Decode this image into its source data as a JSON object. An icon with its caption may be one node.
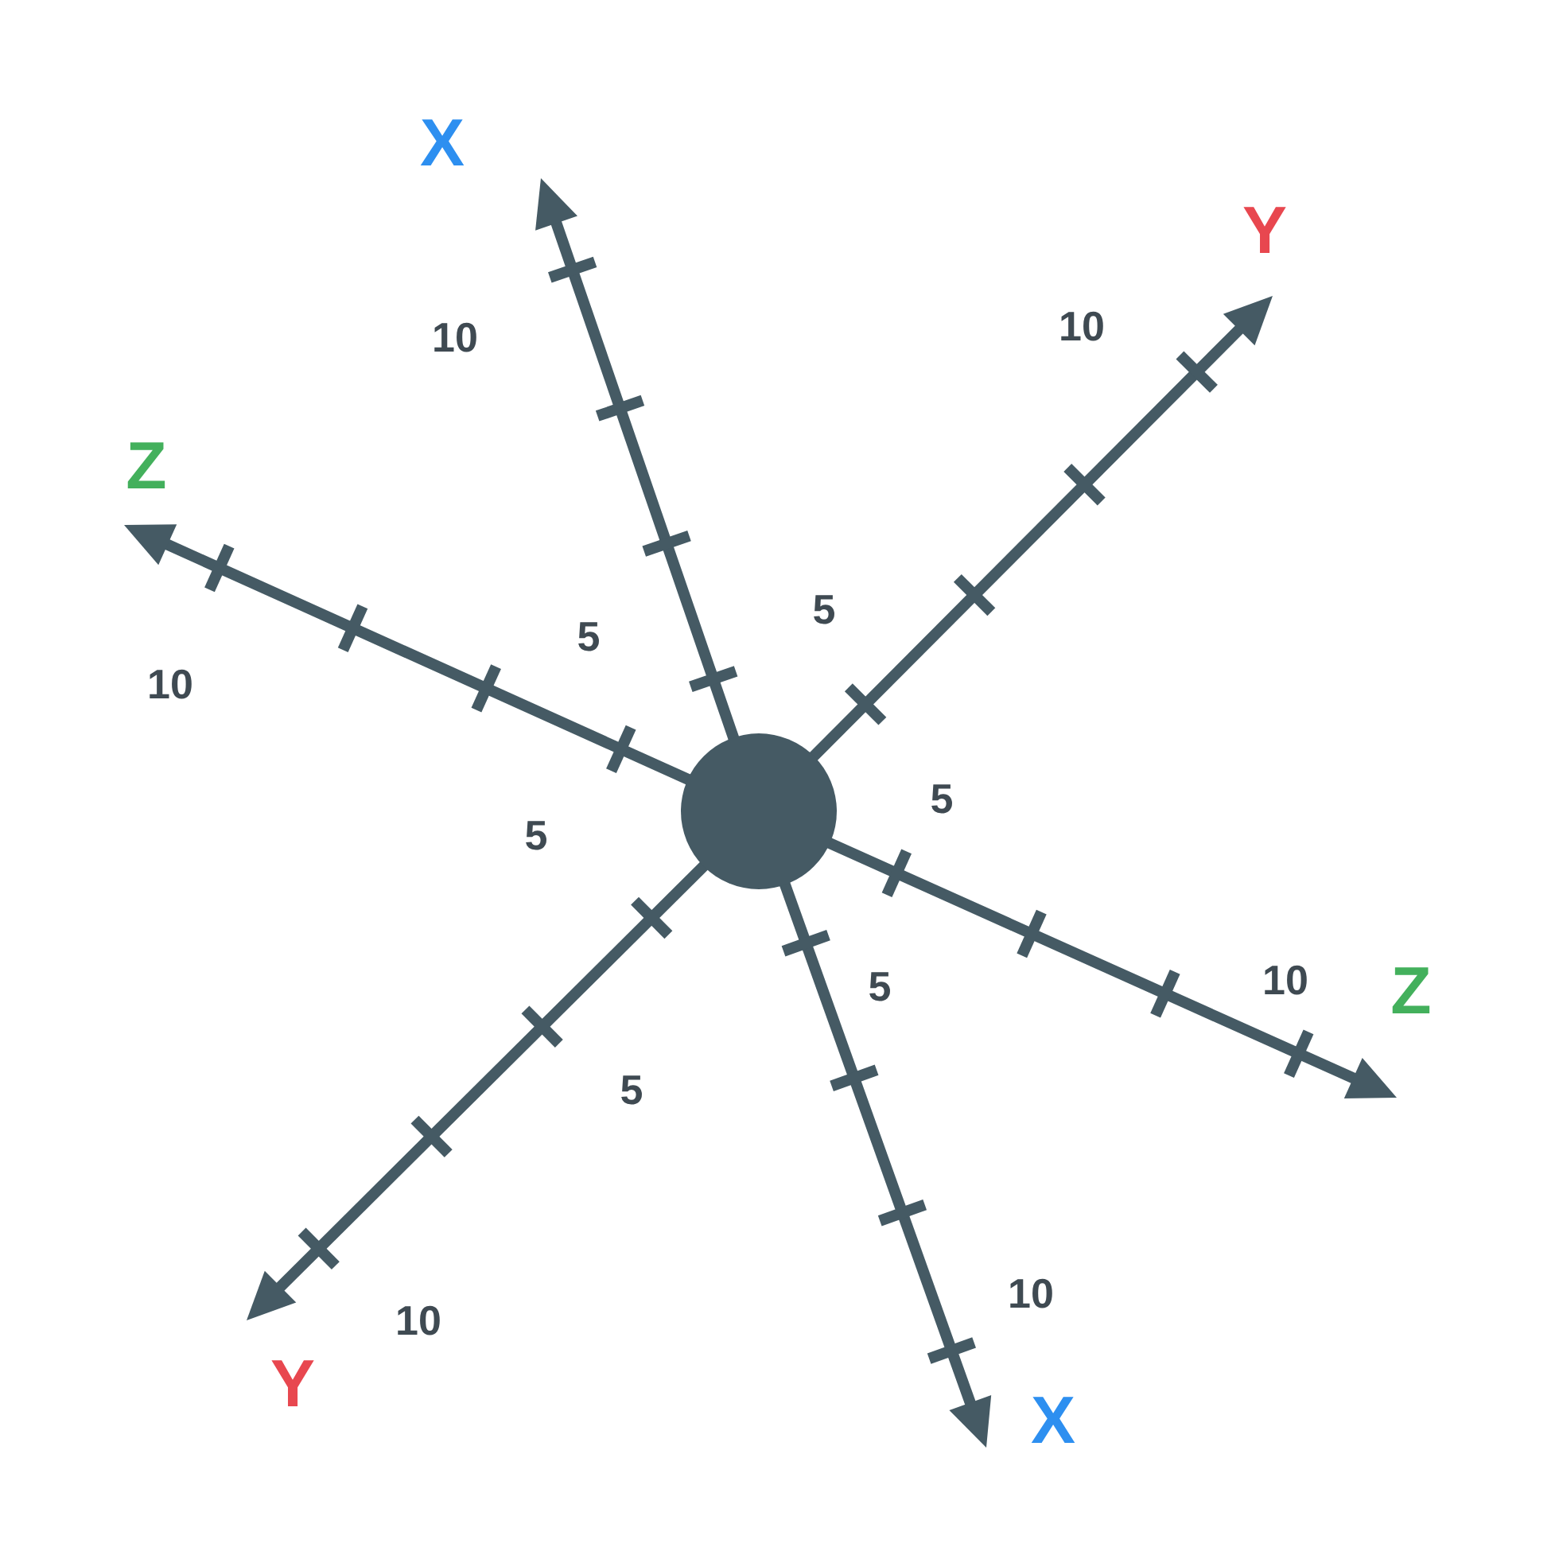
{
  "diagram": {
    "labels": [
      "X",
      "Y",
      "10",
      "10",
      "Z",
      "5",
      "5",
      "10",
      "5",
      "5",
      "10",
      "5",
      "Z",
      "5",
      "10",
      "10",
      "Y",
      "X"
    ]
  }
}
